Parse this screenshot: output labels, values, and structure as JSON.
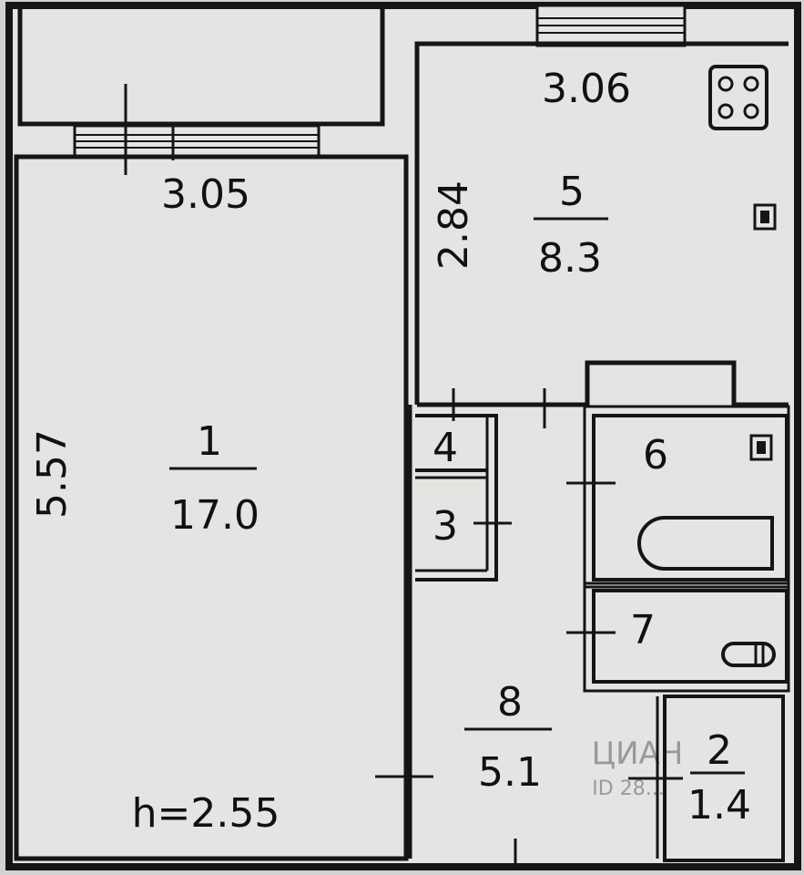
{
  "plan": {
    "ceiling_height": "h=2.55",
    "dimensions": {
      "room1_width": "3.05",
      "room1_length": "5.57",
      "kitchen_width": "3.06",
      "kitchen_length": "2.84"
    },
    "rooms": [
      {
        "number": "1",
        "area": "17.0"
      },
      {
        "number": "5",
        "area": "8.3"
      },
      {
        "number": "4"
      },
      {
        "number": "3"
      },
      {
        "number": "6"
      },
      {
        "number": "7"
      },
      {
        "number": "8",
        "area": "5.1"
      },
      {
        "number": "2",
        "area": "1.4"
      }
    ],
    "watermark": {
      "brand": "ЦИАН",
      "id": "ID 28..."
    },
    "colors": {
      "wall": "#151515",
      "paper": "#e4e5e2",
      "background": "#d2d3d0"
    },
    "icons": [
      "stove-icon",
      "ventilation-icon",
      "bathtub-icon",
      "toilet-icon",
      "window-icon"
    ]
  }
}
